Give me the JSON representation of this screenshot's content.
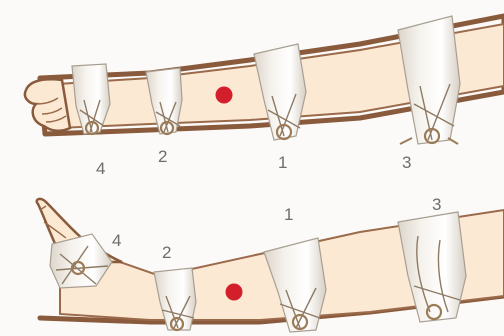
{
  "colors": {
    "background": "#fbfaf8",
    "skin": "#fce9d3",
    "outline": "#8a5a3c",
    "bandage": "#f3efe9",
    "bandage_shadow": "#c9c1b6",
    "tie": "#9c7c58",
    "wound": "#d31f2c",
    "label": "#6d6d6d"
  },
  "upper_figure": {
    "labels": {
      "b4": "4",
      "b2": "2",
      "b1": "1",
      "b3": "3"
    }
  },
  "lower_figure": {
    "labels": {
      "b4": "4",
      "b2": "2",
      "b1": "1",
      "b3": "3"
    }
  }
}
